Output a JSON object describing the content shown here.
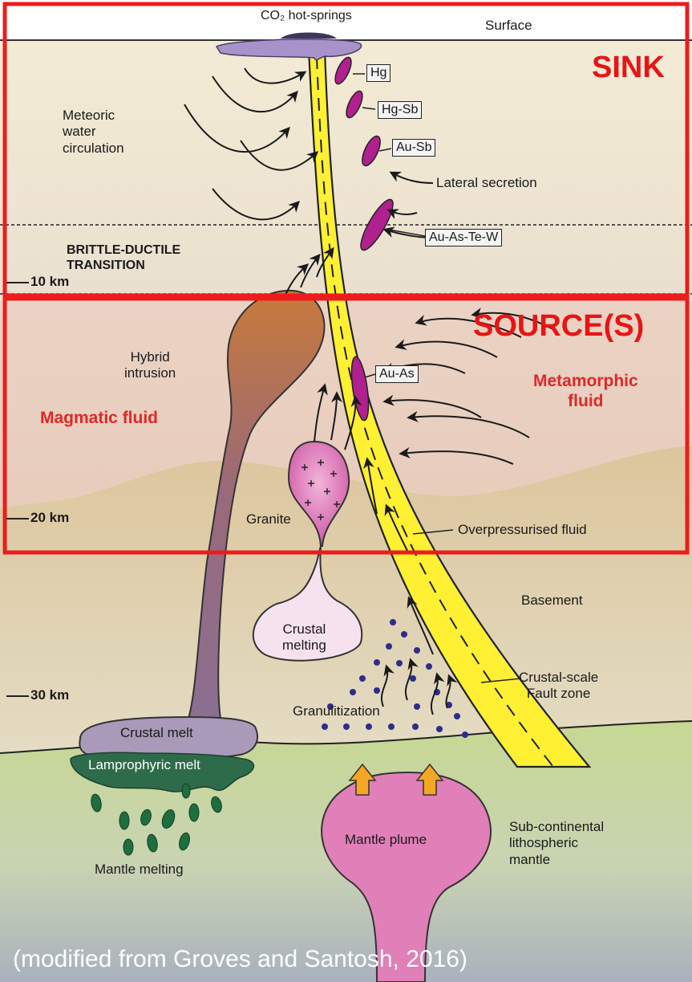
{
  "labels": {
    "co2_hot_springs": "CO₂ hot-springs",
    "surface": "Surface",
    "sink": "SINK",
    "sources": "SOURCE(S)",
    "meteoric_water": [
      "Meteoric",
      "water",
      "circulation"
    ],
    "lateral_secretion": "Lateral secretion",
    "brittle_ductile": [
      "BRITTLE-DUCTILE",
      "TRANSITION"
    ],
    "hybrid_intrusion": [
      "Hybrid",
      "intrusion"
    ],
    "magmatic_fluid": "Magmatic fluid",
    "metamorphic_fluid": [
      "Metamorphic",
      "fluid"
    ],
    "granite": "Granite",
    "overpressurised_fluid": "Overpressurised fluid",
    "basement": "Basement",
    "crustal_melting": [
      "Crustal",
      "melting"
    ],
    "crustal_scale_fault": [
      "Crustal-scale",
      "Fault zone"
    ],
    "granulitization": "Granulitization",
    "crustal_melt": "Crustal melt",
    "lamprophyric_melt": "Lamprophyric melt",
    "mantle_plume": "Mantle plume",
    "sub_continental": [
      "Sub-continental",
      "lithospheric",
      "mantle"
    ],
    "mantle_melting": "Mantle melting"
  },
  "deposits": [
    "Hg",
    "Hg-Sb",
    "Au-Sb",
    "Au-As-Te-W",
    "Au-As"
  ],
  "depths": [
    "10 km",
    "20 km",
    "30 km"
  ],
  "credit": "(modified from Groves and Santosh, 2016)",
  "colors": {
    "frame_red": "#ec1c1c",
    "fault_yellow": "#fff033",
    "deposit_magenta": "#b0208e",
    "mantle_plume": "#e080b8",
    "granite": "#d86aae",
    "mantle_green": "#c2d690",
    "upper_crust": "#efe6cc",
    "middle_crust": "#ead0bd",
    "lower_crust": "#dcc69e"
  },
  "icons": [
    "fluid-arrow-icon",
    "heat-arrow-icon"
  ]
}
